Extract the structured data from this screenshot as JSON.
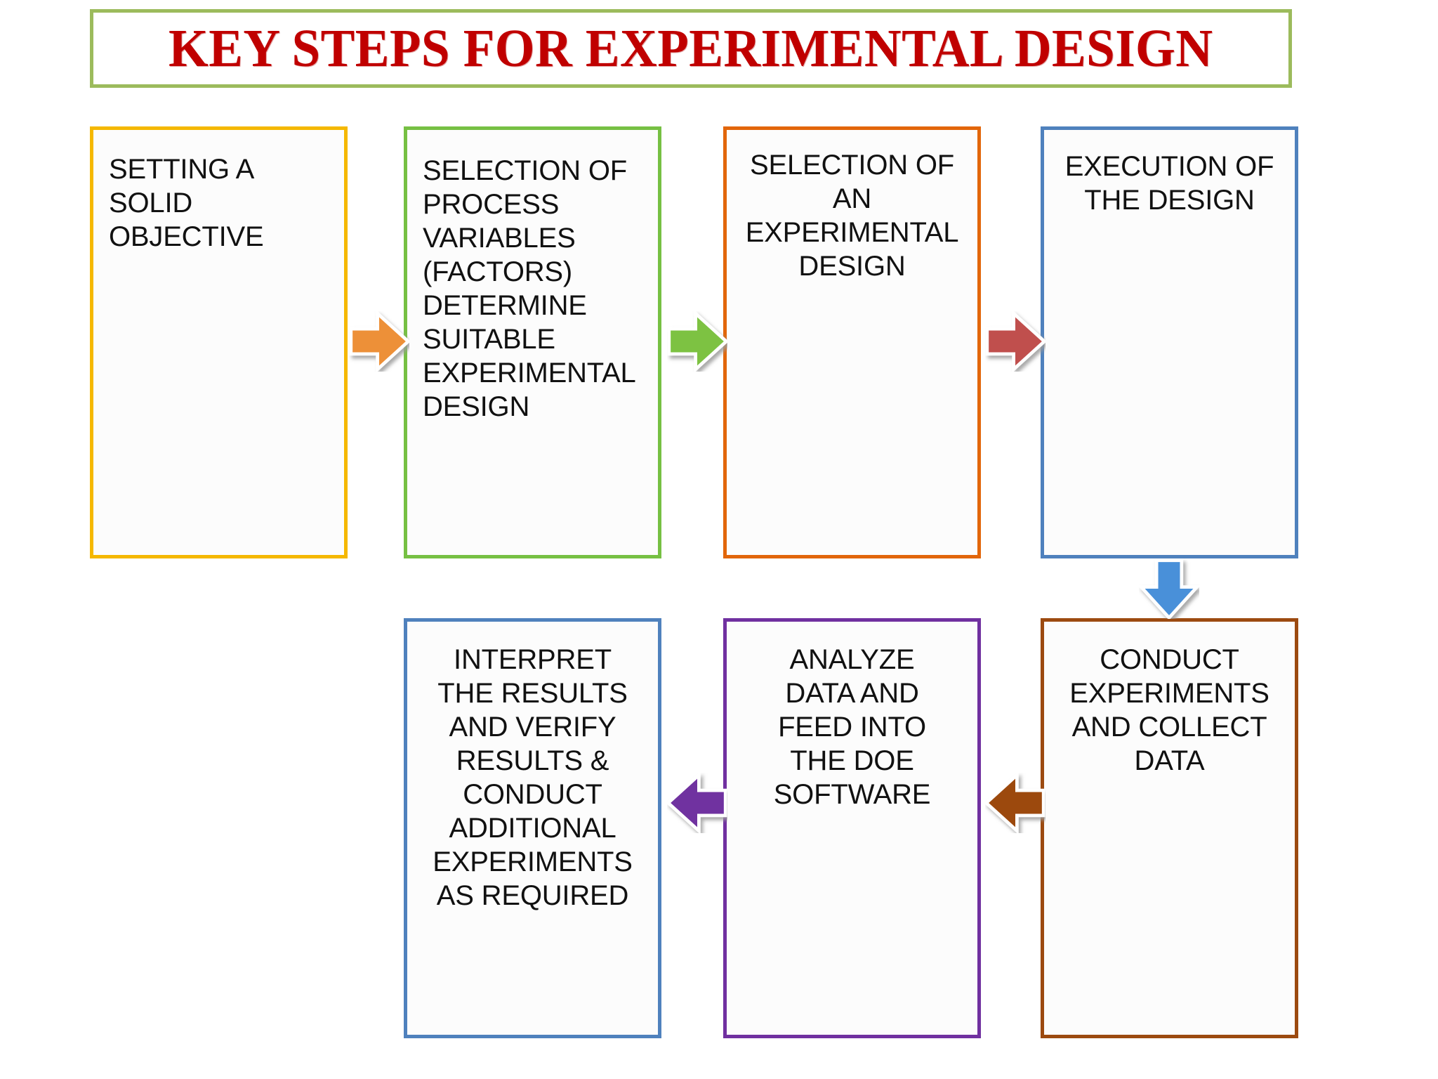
{
  "title": {
    "text": "KEY STEPS FOR EXPERIMENTAL DESIGN",
    "color": "#C00000",
    "border_color": "#9CBB5C"
  },
  "colors": {
    "background": "#FFFFFF",
    "box_fill": "#FCFCFC",
    "text": "#111111",
    "yellow": "#F5B800",
    "green": "#76C043",
    "orange": "#E2660A",
    "blue": "#4F81BD",
    "purple": "#7030A0",
    "brown": "#9C4A10",
    "dark_red": "#C0504D",
    "arrow_orange": "#ED9038",
    "arrow_green": "#7DC242",
    "arrow_blue": "#4A90D9"
  },
  "steps": [
    {
      "id": "objective",
      "order": 1,
      "text": "SETTING A\nSOLID\nOBJECTIVE",
      "border_color": "#F5B800",
      "align": "left"
    },
    {
      "id": "variables",
      "order": 2,
      "text": "SELECTION OF\nPROCESS\nVARIABLES\n(FACTORS)\nDETERMINE\nSUITABLE\nEXPERIMENTAL\nDESIGN",
      "border_color": "#76C043",
      "align": "left"
    },
    {
      "id": "design-sel",
      "order": 3,
      "text": "SELECTION OF\nAN\nEXPERIMENTAL\nDESIGN",
      "border_color": "#E2660A",
      "align": "center"
    },
    {
      "id": "execution",
      "order": 4,
      "text": "EXECUTION OF\nTHE DESIGN",
      "border_color": "#4F81BD",
      "align": "center"
    },
    {
      "id": "conduct",
      "order": 5,
      "text": "CONDUCT\nEXPERIMENTS\nAND COLLECT\nDATA",
      "border_color": "#9C4A10",
      "align": "center"
    },
    {
      "id": "analyze",
      "order": 6,
      "text": "ANALYZE\nDATA AND\nFEED INTO\nTHE DOE\nSOFTWARE",
      "border_color": "#7030A0",
      "align": "center"
    },
    {
      "id": "interpret",
      "order": 7,
      "text": "INTERPRET\nTHE RESULTS\nAND VERIFY\nRESULTS &\nCONDUCT\nADDITIONAL\nEXPERIMENTS\nAS REQUIRED",
      "border_color": "#4F81BD",
      "align": "center"
    }
  ],
  "arrows": [
    {
      "id": "arrow-1",
      "direction": "right",
      "color": "#ED9038",
      "from": "objective",
      "to": "variables"
    },
    {
      "id": "arrow-2",
      "direction": "right",
      "color": "#7DC242",
      "from": "variables",
      "to": "design-sel"
    },
    {
      "id": "arrow-3",
      "direction": "right",
      "color": "#C0504D",
      "from": "design-sel",
      "to": "execution"
    },
    {
      "id": "arrow-4",
      "direction": "down",
      "color": "#4A90D9",
      "from": "execution",
      "to": "conduct"
    },
    {
      "id": "arrow-5",
      "direction": "left",
      "color": "#9C4A10",
      "from": "conduct",
      "to": "analyze"
    },
    {
      "id": "arrow-6",
      "direction": "left",
      "color": "#7030A0",
      "from": "analyze",
      "to": "interpret"
    }
  ]
}
